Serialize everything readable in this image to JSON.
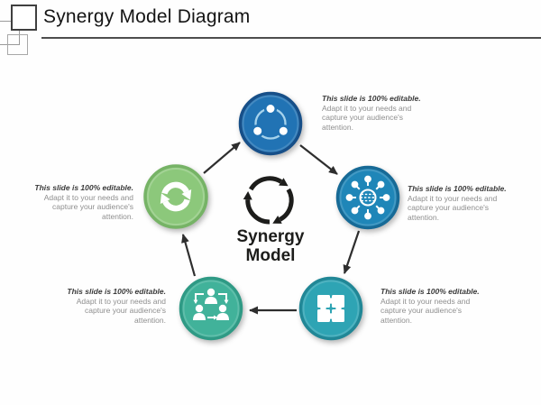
{
  "title": {
    "text": "Synergy Model Diagram"
  },
  "center": {
    "line1": "Synergy",
    "line2": "Model",
    "icon": "cycle-arrows-icon",
    "color": "#1d1d1b"
  },
  "note": {
    "bold": "This slide is 100% editable.",
    "rest": " Adapt it to your needs and capture your audience's attention."
  },
  "nodes": [
    {
      "position": "top",
      "icon": "share-network-icon",
      "fill": "#2173b4",
      "ring": "#174f88"
    },
    {
      "position": "right",
      "icon": "hub-network-icon",
      "fill": "#1f86b8",
      "ring": "#176a96"
    },
    {
      "position": "bottom-right",
      "icon": "puzzle-pieces-icon",
      "fill": "#2ea4b4",
      "ring": "#218796"
    },
    {
      "position": "bottom-left",
      "icon": "team-collaboration-icon",
      "fill": "#41b29a",
      "ring": "#2f9a85"
    },
    {
      "position": "left",
      "icon": "refresh-arrows-icon",
      "fill": "#8cc87b",
      "ring": "#76b366"
    }
  ],
  "connectors": {
    "color": "#2e2e2e",
    "direction": "clockwise"
  },
  "colors": {
    "title": "#141414",
    "note_bold": "#3a3a3a",
    "note_body": "#8f8f8f",
    "center_text": "#1d1d1b",
    "share_arc": "#a6d3ec",
    "background": "#fefefe"
  }
}
